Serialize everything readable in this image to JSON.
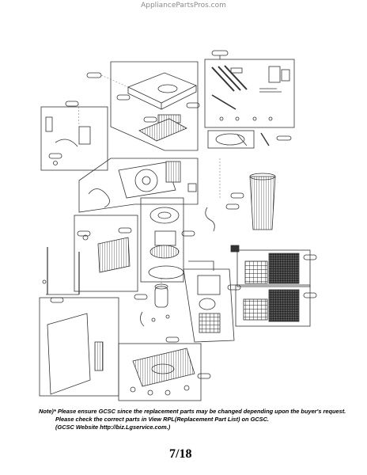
{
  "watermark": "AppliancePartsPros.com",
  "note": {
    "line1": "Note)* Please ensure GCSC since the replacement parts may be changed depending upon the buyer's request.",
    "line2": "Please check  the correct parts in View RPL(Replacement Part List) on GCSC.",
    "line3": "(GCSC Website  http://biz.Lgservice.com.)"
  },
  "page_number": "7/18"
}
